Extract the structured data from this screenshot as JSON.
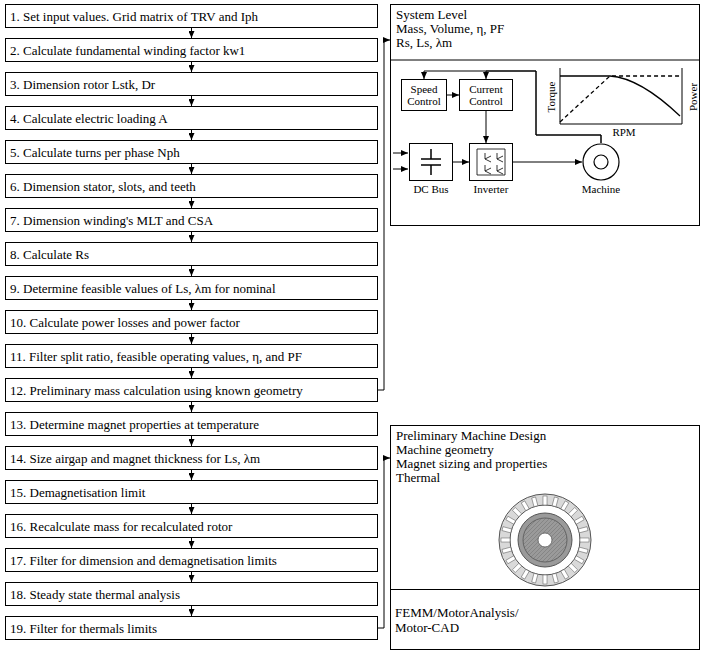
{
  "diagram": {
    "nodes": [
      {
        "text": [
          "1. Set input values. Grid matrix of TRV and Iph"
        ]
      },
      {
        "text": [
          "2. Calculate fundamental winding factor kw1"
        ]
      },
      {
        "text": [
          "3. Dimension rotor Lstk, Dr"
        ]
      },
      {
        "text": [
          "4. Calculate electric loading A"
        ]
      },
      {
        "text": [
          "5. Calculate turns per phase Nph"
        ]
      },
      {
        "text": [
          "6. Dimension stator, slots, and teeth"
        ]
      },
      {
        "text": [
          "7. Dimension winding's MLT and CSA"
        ]
      },
      {
        "text": [
          "8. Calculate Rs"
        ]
      },
      {
        "text": [
          "9. Determine feasible values of Ls, λm for nominal"
        ]
      },
      {
        "text": [
          "10. Calculate power losses and power factor"
        ]
      },
      {
        "text": [
          "11. Filter split ratio, feasible operating values, η, and PF"
        ]
      },
      {
        "text": [
          "12. Preliminary mass calculation using known geometry"
        ]
      },
      {
        "text": [
          "13. Determine magnet properties at temperature"
        ]
      },
      {
        "text": [
          "14. Size airgap and magnet thickness for Ls, λm"
        ]
      },
      {
        "text": [
          "15. Demagnetisation limit"
        ]
      },
      {
        "text": [
          "16. Recalculate mass for recalculated rotor"
        ]
      },
      {
        "text": [
          "17. Filter for dimension and demagnetisation limits"
        ]
      },
      {
        "text": [
          "18. Steady state thermal analysis"
        ]
      },
      {
        "text": [
          "19. Filter for thermals limits"
        ]
      },
      {
        "text": [
          "System Level",
          "Mass, Volume, η, PF",
          "Rs, Ls, λm"
        ]
      },
      {
        "text": [
          "Speed Control"
        ],
        "in": 19
      },
      {
        "text": [
          "Current Control"
        ],
        "in": 19
      },
      {
        "text": [
          "DC Bus"
        ],
        "in": 19
      },
      {
        "text": [
          "Inverter"
        ],
        "in": 19
      },
      {
        "text": [
          "Machine"
        ],
        "in": 19
      },
      {
        "text": [
          "Preliminary Machine Design",
          "Machine geometry",
          "Magnet sizing and properties",
          "Thermal"
        ]
      },
      {
        "text": [
          "FEMM/MotorAnalysis/ Motor-CAD"
        ]
      }
    ],
    "edges": [
      {
        "from": 0,
        "to": 1,
        "arrow": "to"
      },
      {
        "from": 1,
        "to": 2,
        "arrow": "to"
      },
      {
        "from": 2,
        "to": 3,
        "arrow": "to"
      },
      {
        "from": 3,
        "to": 4,
        "arrow": "to"
      },
      {
        "from": 4,
        "to": 5,
        "arrow": "to"
      },
      {
        "from": 5,
        "to": 6,
        "arrow": "to"
      },
      {
        "from": 6,
        "to": 7,
        "arrow": "to"
      },
      {
        "from": 7,
        "to": 8,
        "arrow": "to"
      },
      {
        "from": 8,
        "to": 9,
        "arrow": "to"
      },
      {
        "from": 9,
        "to": 10,
        "arrow": "to"
      },
      {
        "from": 10,
        "to": 11,
        "arrow": "to"
      },
      {
        "from": 11,
        "to": 12,
        "arrow": "to"
      },
      {
        "from": 12,
        "to": 13,
        "arrow": "to"
      },
      {
        "from": 13,
        "to": 14,
        "arrow": "to"
      },
      {
        "from": 14,
        "to": 15,
        "arrow": "to"
      },
      {
        "from": 15,
        "to": 16,
        "arrow": "to"
      },
      {
        "from": 16,
        "to": 17,
        "arrow": "to"
      },
      {
        "from": 17,
        "to": 18,
        "arrow": "to"
      },
      {
        "from": 11,
        "to": 19,
        "arrow": "to"
      },
      {
        "from": 18,
        "to": 25,
        "arrow": "to"
      },
      {
        "from": 20,
        "to": 21,
        "arrow": "to"
      },
      {
        "from": 21,
        "to": 23,
        "arrow": "to"
      },
      {
        "from": 22,
        "to": 23,
        "arrow": "to"
      },
      {
        "from": 23,
        "to": 24,
        "arrow": "to"
      },
      {
        "from": 24,
        "to": 20,
        "arrow": "to"
      },
      {
        "from": 24,
        "to": 21,
        "arrow": "to"
      }
    ],
    "labels": [
      "Torque",
      "RPM",
      "Power"
    ]
  }
}
